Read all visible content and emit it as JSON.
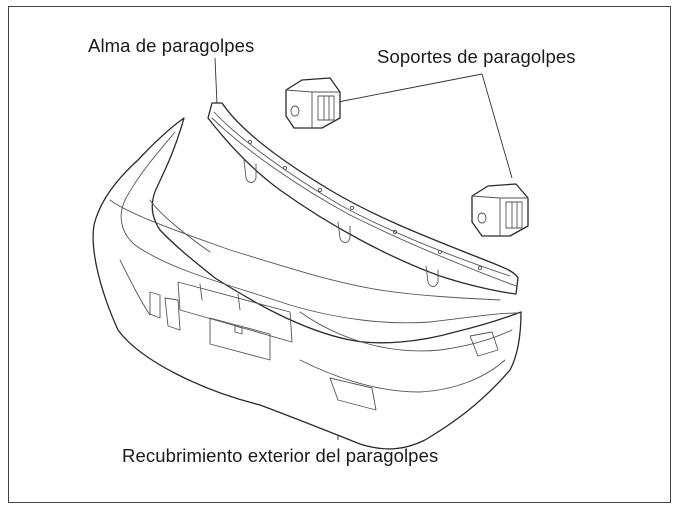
{
  "labels": {
    "beam": "Alma de paragolpes",
    "brackets": "Soportes de paragolpes",
    "cover": "Recubrimiento exterior del paragolpes"
  }
}
